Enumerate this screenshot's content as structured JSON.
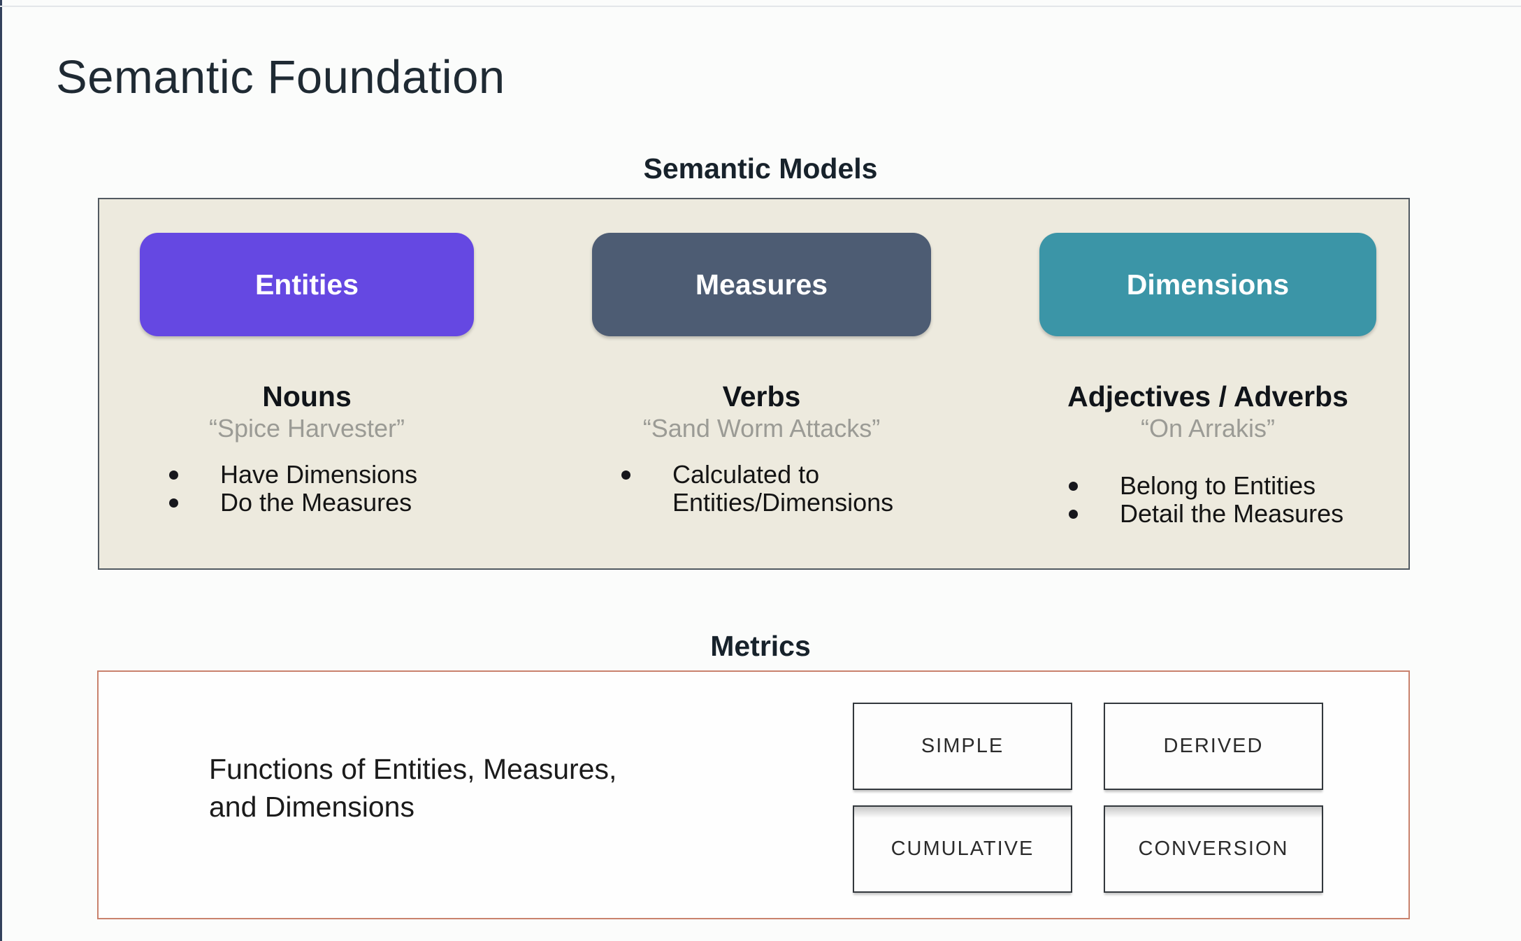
{
  "page": {
    "title": "Semantic Foundation"
  },
  "semantic_models": {
    "heading": "Semantic Models",
    "panel_bg": "#edeade",
    "columns": [
      {
        "pill": "Entities",
        "pill_color": "#6548e2",
        "word_type": "Nouns",
        "example": "“Spice Harvester”",
        "bullets": [
          "Have Dimensions",
          "Do the Measures"
        ]
      },
      {
        "pill": "Measures",
        "pill_color": "#4d5c73",
        "word_type": "Verbs",
        "example": "“Sand Worm Attacks”",
        "bullets": [
          "Calculated to Entities/Dimensions"
        ]
      },
      {
        "pill": "Dimensions",
        "pill_color": "#3b95a7",
        "word_type": "Adjectives / Adverbs",
        "example": "“On Arrakis”",
        "bullets": [
          "Belong to Entities",
          "Detail the Measures"
        ]
      }
    ]
  },
  "metrics": {
    "heading": "Metrics",
    "border_color": "#c9826d",
    "description_line1": "Functions of Entities, Measures,",
    "description_line2": "and Dimensions",
    "types": [
      "SIMPLE",
      "DERIVED",
      "CUMULATIVE",
      "CONVERSION"
    ]
  }
}
